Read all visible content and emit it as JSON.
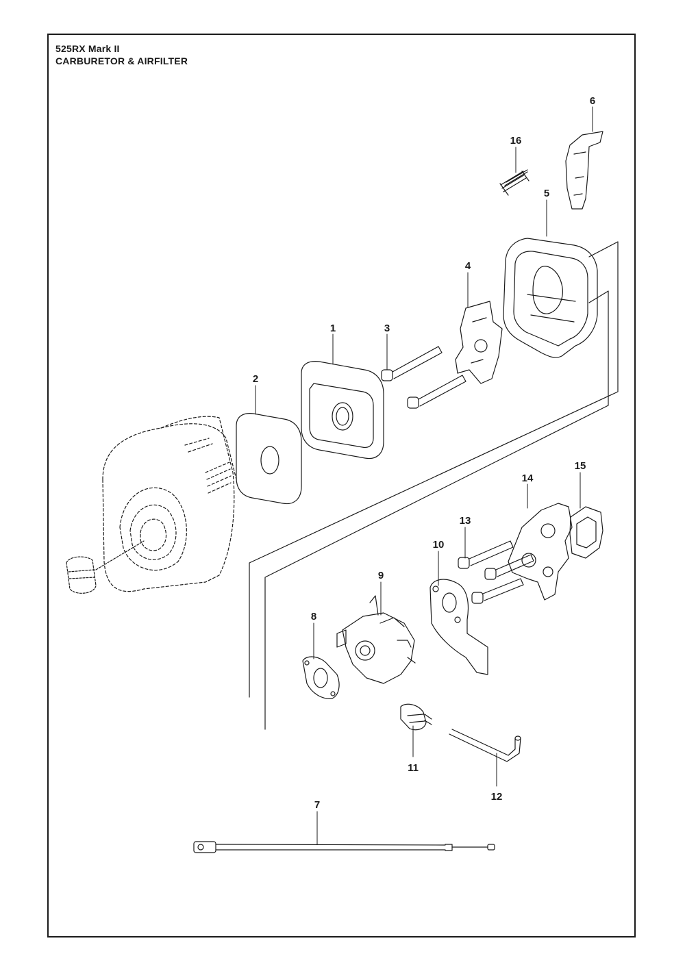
{
  "header": {
    "model": "525RX Mark II",
    "section": "CARBURETOR & AIRFILTER"
  },
  "callouts": [
    "1",
    "2",
    "3",
    "4",
    "5",
    "6",
    "7",
    "8",
    "9",
    "10",
    "11",
    "12",
    "13",
    "14",
    "15",
    "16"
  ]
}
